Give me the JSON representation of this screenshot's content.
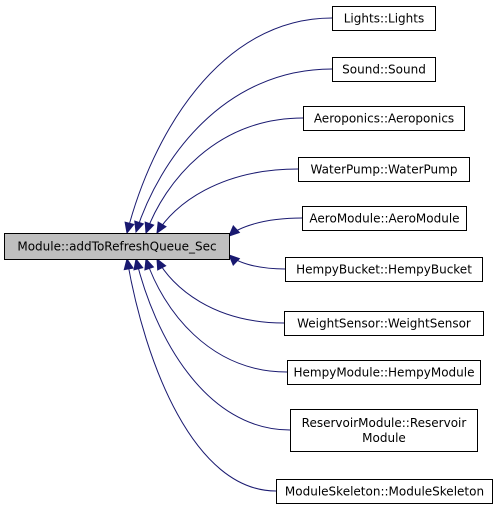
{
  "graph": {
    "edge_color": "#191970",
    "root": {
      "id": "root",
      "label": "Module::addToRefreshQueue_Sec",
      "fill": "#bfbfbf"
    },
    "callers": [
      {
        "id": "lights",
        "lines": [
          "Lights::Lights"
        ]
      },
      {
        "id": "sound",
        "lines": [
          "Sound::Sound"
        ]
      },
      {
        "id": "aeroponics",
        "lines": [
          "Aeroponics::Aeroponics"
        ]
      },
      {
        "id": "waterpump",
        "lines": [
          "WaterPump::WaterPump"
        ]
      },
      {
        "id": "aeromodule",
        "lines": [
          "AeroModule::AeroModule"
        ]
      },
      {
        "id": "hempybucket",
        "lines": [
          "HempyBucket::HempyBucket"
        ]
      },
      {
        "id": "weightsensor",
        "lines": [
          "WeightSensor::WeightSensor"
        ]
      },
      {
        "id": "hempymodule",
        "lines": [
          "HempyModule::HempyModule"
        ]
      },
      {
        "id": "reservoirmodule",
        "lines": [
          "ReservoirModule::Reservoir",
          "Module"
        ]
      },
      {
        "id": "moduleskeleton",
        "lines": [
          "ModuleSkeleton::ModuleSkeleton"
        ]
      }
    ]
  }
}
